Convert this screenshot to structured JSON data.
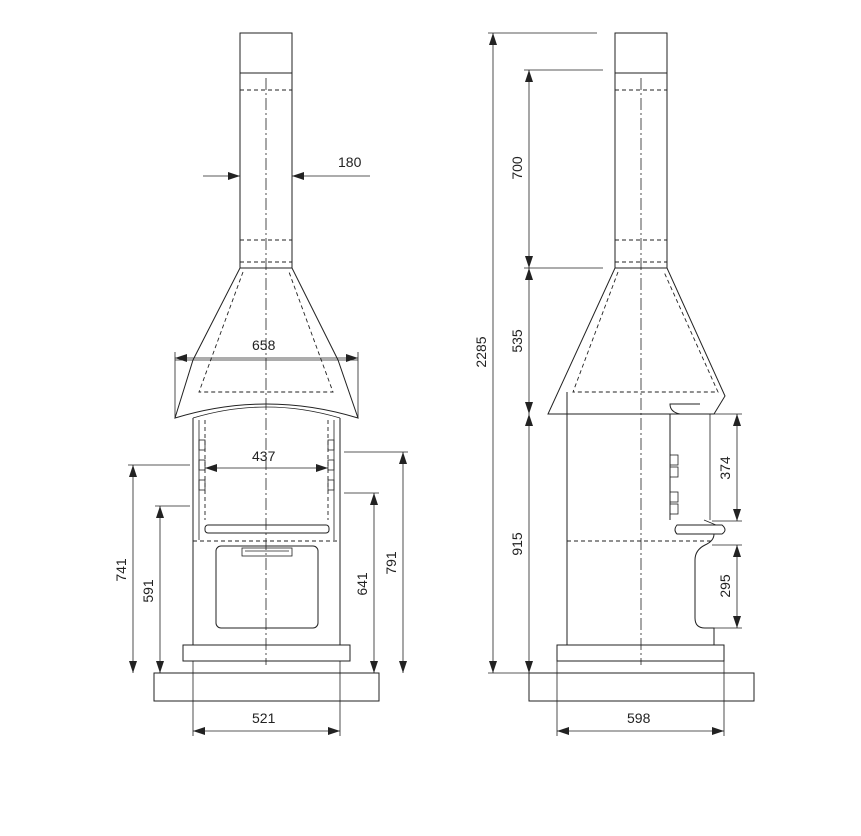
{
  "front_view": {
    "dim_flue_diameter": "180",
    "dim_hood_width": "658",
    "dim_firebox_width": "437",
    "dim_base_width": "521",
    "dim_height_741": "741",
    "dim_height_591": "591",
    "dim_height_641": "641",
    "dim_height_791": "791"
  },
  "side_view": {
    "dim_total_height": "2285",
    "dim_flue_height": "700",
    "dim_hood_height": "535",
    "dim_body_height": "915",
    "dim_upper_opening": "374",
    "dim_lower_opening": "295",
    "dim_base_depth": "598"
  }
}
